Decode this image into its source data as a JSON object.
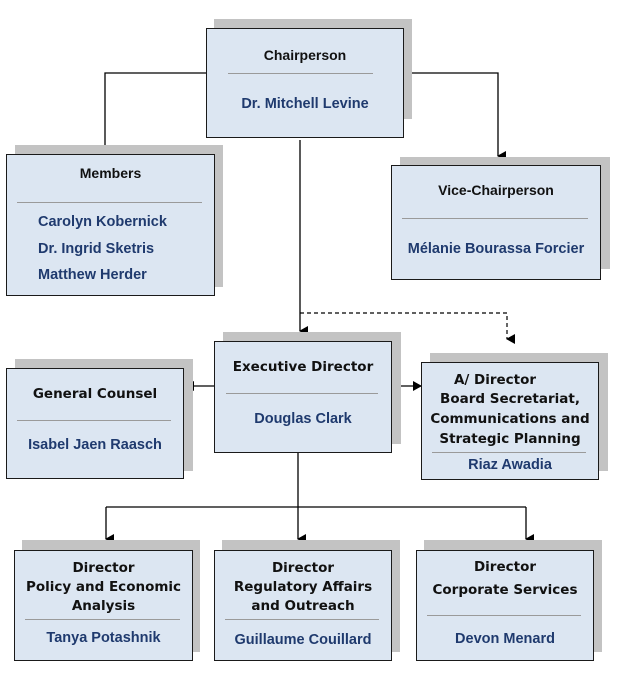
{
  "chairperson": {
    "title": "Chairperson",
    "name": "Dr. Mitchell Levine"
  },
  "members": {
    "title": "Members",
    "names": [
      "Carolyn Kobernick",
      "Dr. Ingrid Sketris",
      "Matthew Herder"
    ]
  },
  "vice_chairperson": {
    "title": "Vice-Chairperson",
    "name": "Mélanie Bourassa Forcier"
  },
  "executive_director": {
    "title": "Executive Director",
    "name": "Douglas Clark"
  },
  "general_counsel": {
    "title": "General Counsel",
    "name": "Isabel Jaen Raasch"
  },
  "board_secretariat": {
    "title_lines": [
      "A/  Director",
      "Board Secretariat,",
      "Communications and",
      "Strategic Planning"
    ],
    "name": "Riaz Awadia"
  },
  "policy_director": {
    "title_lines": [
      "Director",
      "Policy and Economic",
      "Analysis"
    ],
    "name": "Tanya Potashnik"
  },
  "regulatory_director": {
    "title_lines": [
      "Director",
      "Regulatory Affairs",
      "and Outreach"
    ],
    "name": "Guillaume Couillard"
  },
  "corporate_director": {
    "title_lines": [
      "Director",
      "Corporate Services"
    ],
    "name": "Devon Menard"
  },
  "colors": {
    "box_fill": "#dce6f2",
    "shadow": "#c3c3c3",
    "name_text": "#1f3a6e",
    "title_text": "#111111"
  }
}
